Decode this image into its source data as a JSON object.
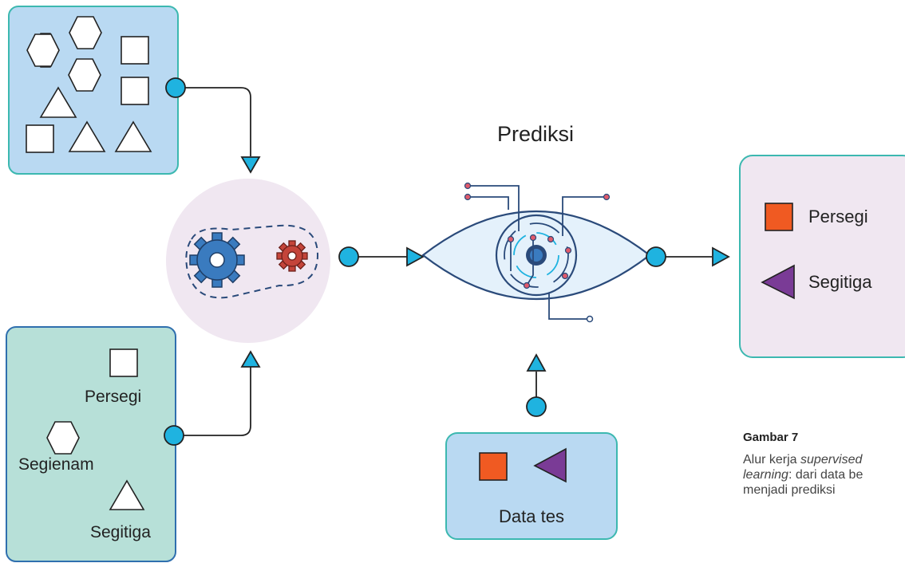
{
  "prediction_title": "Prediksi",
  "labeled_data": {
    "items": [
      "Persegi",
      "Segienam",
      "Segitiga"
    ]
  },
  "test_data": {
    "label": "Data tes"
  },
  "result": {
    "items": [
      "Persegi",
      "Segitiga"
    ]
  },
  "caption": {
    "title": "Gambar 7",
    "line1_pre": "Alur kerja ",
    "line1_em": "supervised",
    "line2_em": "learning",
    "line2_post": ": dari data be",
    "line3": "menjadi prediksi"
  },
  "colors": {
    "unlabeled_box": "#b9d9f2",
    "labeled_box": "#b7e0d8",
    "test_box": "#b9d9f2",
    "result_box": "#f0e7f1",
    "model_circle": "#f0e7f1",
    "connector": "#1fb3e0",
    "gear_big": "#3a7bbf",
    "gear_small": "#c4443a",
    "square_orange": "#f05a22",
    "triangle_purple": "#7a3b96"
  }
}
